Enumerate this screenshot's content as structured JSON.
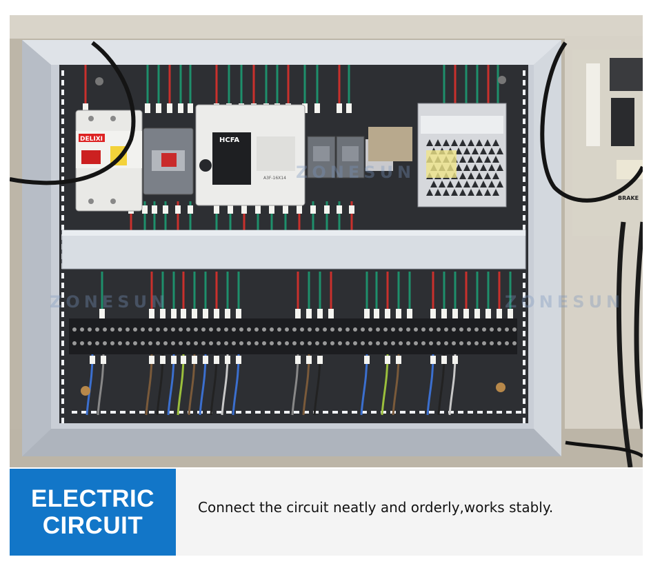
{
  "badge": {
    "line1": "ELECTRIC",
    "line2": "CIRCUIT"
  },
  "caption": "Connect the circuit neatly and orderly,works stably.",
  "photo": {
    "plc_brand": "HCFA",
    "plc_model": "A3F-16X14",
    "breaker_brand": "DELIXI",
    "drive_label": "BRAKE"
  },
  "watermark": "ZONESUN",
  "colors": {
    "accent": "#1276c8",
    "panel": "#2d2f33",
    "frame": "#c7ccd3"
  }
}
